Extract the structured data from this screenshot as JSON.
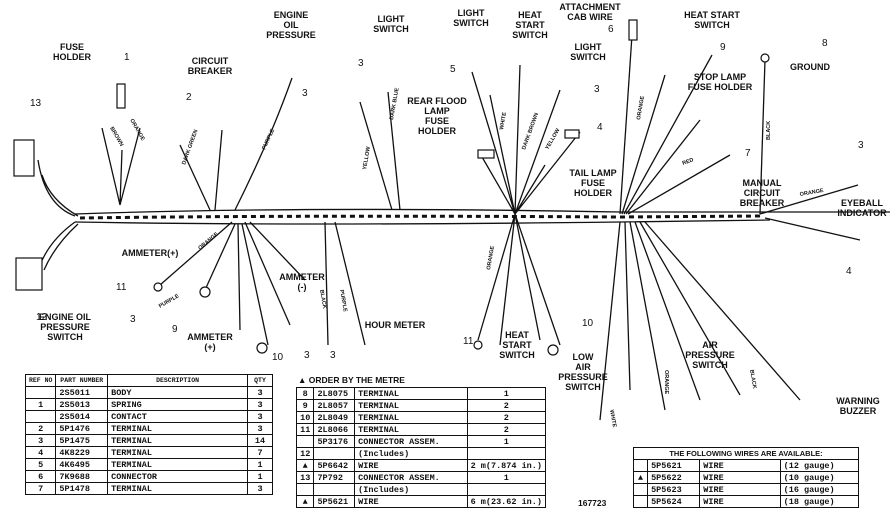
{
  "labels": {
    "fuse_holder": "FUSE\nHOLDER",
    "circuit_breaker": "CIRCUIT\nBREAKER",
    "engine_oil_pressure": "ENGINE\nOIL\nPRESSURE",
    "light_switch_a": "LIGHT\nSWITCH",
    "light_switch_b": "LIGHT\nSWITCH",
    "heat_start_switch_a": "HEAT\nSTART\nSWITCH",
    "attachment_cab_wire": "ATTACHMENT\nCAB WIRE",
    "heat_start_switch_b": "HEAT START\nSWITCH",
    "ground": "GROUND",
    "light_switch_c": "LIGHT\nSWITCH",
    "stop_lamp_fuse_holder": "STOP LAMP\nFUSE HOLDER",
    "rear_flood_lamp": "REAR FLOOD\nLAMP\nFUSE\nHOLDER",
    "tail_lamp_fuse_holder": "TAIL LAMP\nFUSE\nHOLDER",
    "manual_circuit_breaker": "MANUAL\nCIRCUIT\nBREAKER",
    "eyeball_indicator": "EYEBALL\nINDICATOR",
    "ammeter_plus_top": "AMMETER(+)",
    "ammeter_minus": "AMMETER\n(-)",
    "ammeter_plus_bottom": "AMMETER\n(+)",
    "engine_oil_pressure_switch": "ENGINE OIL\nPRESSURE\nSWITCH",
    "hour_meter": "HOUR METER",
    "heat_start_switch_c": "HEAT\nSTART\nSWITCH",
    "low_air_pressure_switch": "LOW\nAIR\nPRESSURE\nSWITCH",
    "air_pressure_switch": "AIR\nPRESSURE\nSWITCH",
    "warning_buzzer": "WARNING\nBUZZER",
    "order_by_metre": "▲ ORDER BY THE METRE",
    "drawing_number": "167723"
  },
  "wire_labels": {
    "orange": "ORANGE",
    "brown": "BROWN",
    "dark_green": "DARK GREEN",
    "dark_blue": "DARK BLUE",
    "purple": "PURPLE",
    "yellow": "YELLOW",
    "white": "WHITE",
    "black": "BLACK",
    "red": "RED",
    "dark_brown": "DARK BROWN",
    "yellow_b": "YELLOW"
  },
  "callouts": [
    "1",
    "2",
    "3",
    "3",
    "3",
    "3",
    "4",
    "5",
    "6",
    "7",
    "8",
    "9",
    "9",
    "10",
    "10",
    "11",
    "11",
    "12",
    "13",
    "3",
    "3",
    "4",
    "3"
  ],
  "parts_table": {
    "headers": {
      "ref": "REF\nNO",
      "part": "PART\nNUMBER",
      "desc": "DESCRIPTION",
      "qty": "QTY"
    },
    "rows": [
      {
        "ref": "",
        "part": "2S5011",
        "desc": "BODY",
        "qty": "3"
      },
      {
        "ref": "1",
        "part": "2S5013",
        "desc": "SPRING",
        "qty": "3"
      },
      {
        "ref": "",
        "part": "2S5014",
        "desc": "CONTACT",
        "qty": "3"
      },
      {
        "ref": "2",
        "part": "5P1476",
        "desc": "TERMINAL",
        "qty": "3"
      },
      {
        "ref": "3",
        "part": "5P1475",
        "desc": "TERMINAL",
        "qty": "14"
      },
      {
        "ref": "4",
        "part": "4K8229",
        "desc": "TERMINAL",
        "qty": "7"
      },
      {
        "ref": "5",
        "part": "4K6495",
        "desc": "TERMINAL",
        "qty": "1"
      },
      {
        "ref": "6",
        "part": "7K9688",
        "desc": "CONNECTOR",
        "qty": "1"
      },
      {
        "ref": "7",
        "part": "5P1478",
        "desc": "TERMINAL",
        "qty": "3"
      }
    ]
  },
  "order_table": {
    "rows": [
      {
        "ref": "8",
        "part": "2L8075",
        "desc": "TERMINAL",
        "qty": "1"
      },
      {
        "ref": "9",
        "part": "2L8057",
        "desc": "TERMINAL",
        "qty": "2"
      },
      {
        "ref": "10",
        "part": "2L8049",
        "desc": "TERMINAL",
        "qty": "2"
      },
      {
        "ref": "11",
        "part": "2L8066",
        "desc": "TERMINAL",
        "qty": "2"
      },
      {
        "ref": "",
        "part": "5P3176",
        "desc": "CONNECTOR ASSEM.",
        "qty": "1"
      },
      {
        "ref": "12",
        "part": "",
        "desc": "(Includes)",
        "qty": ""
      },
      {
        "ref": "▲",
        "part": "5P6642",
        "desc": "WIRE",
        "qty": "2 m(7.874 in.)"
      },
      {
        "ref": "13",
        "part": "7P792",
        "desc": "CONNECTOR ASSEM.",
        "qty": "1"
      },
      {
        "ref": "",
        "part": "",
        "desc": "(Includes)",
        "qty": ""
      },
      {
        "ref": "▲",
        "part": "5P5621",
        "desc": "WIRE",
        "qty": "6 m(23.62 in.)"
      }
    ]
  },
  "avail_table": {
    "title": "THE FOLLOWING WIRES ARE AVAILABLE:",
    "rows": [
      {
        "mark": "",
        "part": "5P5621",
        "desc": "WIRE",
        "gauge": "(12 gauge)"
      },
      {
        "mark": "▲",
        "part": "5P5622",
        "desc": "WIRE",
        "gauge": "(10 gauge)"
      },
      {
        "mark": "",
        "part": "5P5623",
        "desc": "WIRE",
        "gauge": "(16 gauge)"
      },
      {
        "mark": "",
        "part": "5P5624",
        "desc": "WIRE",
        "gauge": "(18 gauge)"
      }
    ]
  }
}
